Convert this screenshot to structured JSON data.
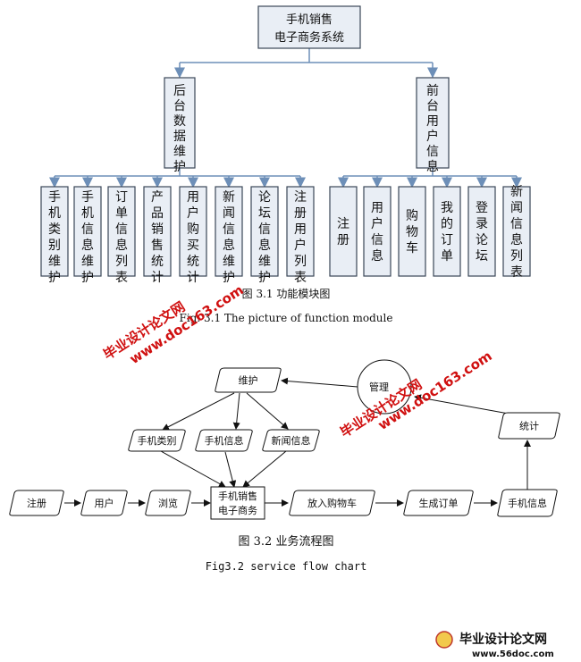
{
  "colors": {
    "box_fill": "#e9eef5",
    "box_stroke": "#3a4658",
    "connector": "#6d8fb8",
    "arrow": "#111111",
    "watermark": "#d01010"
  },
  "fig1": {
    "root": [
      "手机销售",
      "电子商务系统"
    ],
    "left_branch": "后台数据维护",
    "right_branch": "前台用户信息",
    "left_children": [
      "手机类别维护",
      "手机信息维护",
      "订单信息列表",
      "产品销售统计",
      "用户购买统计",
      "新闻信息维护",
      "论坛信息维护",
      "注册用户列表"
    ],
    "right_children": [
      "注册",
      "用户信息",
      "购物车",
      "我的订单",
      "登录论坛",
      "新闻信息列表"
    ],
    "caption_cn": "图 3.1 功能模块图",
    "caption_en": "Fig. 3.1 The picture of function module"
  },
  "fig2": {
    "nodes": {
      "weihu": "维护",
      "guanli": "管理",
      "tongji": "统计",
      "leibie": "手机类别",
      "xinxi": "手机信息",
      "xinwen": "新闻信息",
      "zhuce": "注册",
      "yonghu": "用户",
      "liulan": "浏览",
      "center": [
        "手机销售",
        "电子商务"
      ],
      "gouwuche": "放入购物车",
      "dingdan": "生成订单",
      "shoujixinxi": "手机信息"
    },
    "caption_cn": "图 3.2 业务流程图",
    "caption_en": "Fig3.2 service flow chart"
  },
  "watermarks": {
    "url": "www.doc163.com",
    "site": "毕业设计论文网",
    "footer_site": "毕业设计论文网",
    "footer_url": "www.56doc.com"
  }
}
